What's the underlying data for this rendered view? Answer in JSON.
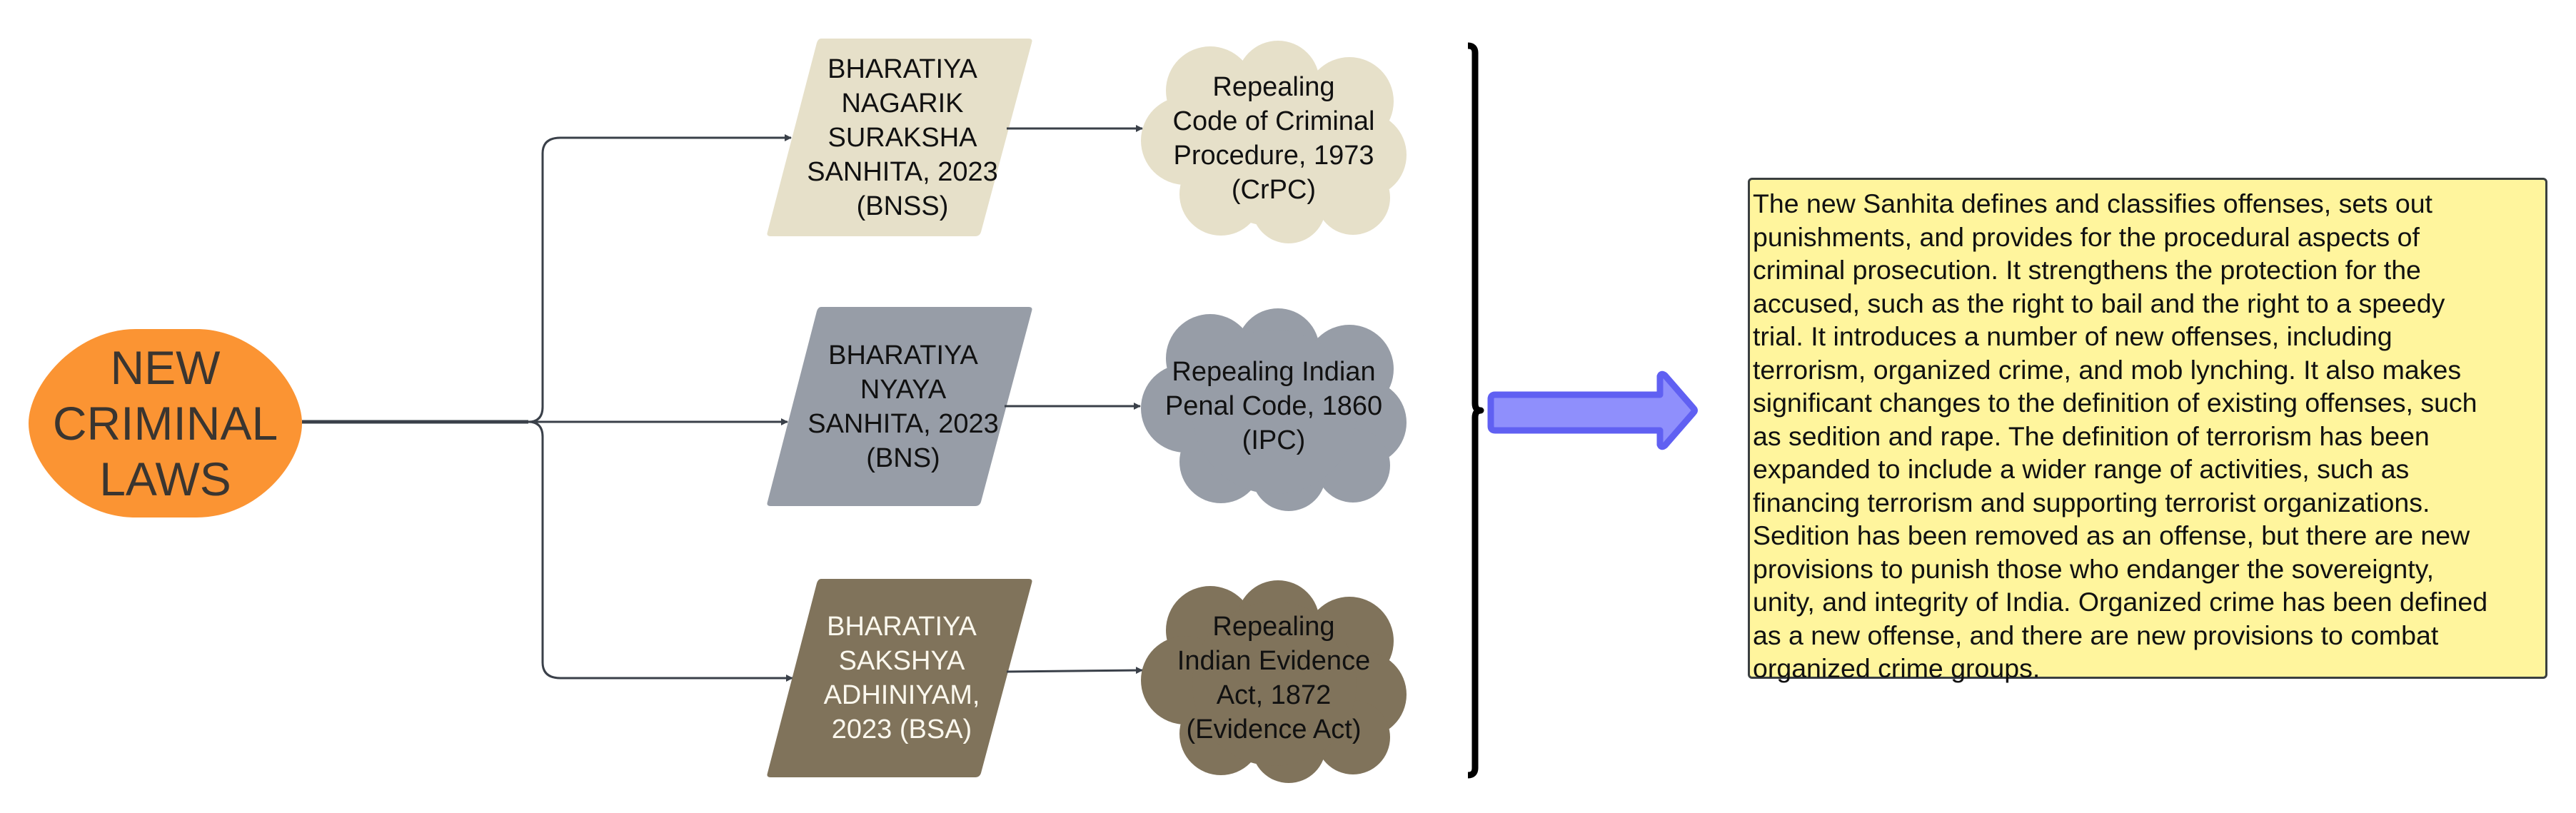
{
  "diagram": {
    "root": {
      "label": "NEW\nCRIMINAL\nLAWS",
      "fill": "#fb9433",
      "text_color": "#3a3530"
    },
    "branches": [
      {
        "law": {
          "label": "BHARATIYA\nNAGARIK\nSURAKSHA\nSANHITA, 2023\n(BNSS)",
          "abbreviation": "BNSS",
          "fill": "#e6e0c9",
          "text_color": "#111111"
        },
        "repeals": {
          "label": "Repealing\nCode of Criminal\nProcedure, 1973\n(CrPC)",
          "abbreviation": "CrPC",
          "fill": "#e6e0c9"
        }
      },
      {
        "law": {
          "label": "BHARATIYA\nNYAYA\nSANHITA, 2023\n(BNS)",
          "abbreviation": "BNS",
          "fill": "#979da7",
          "text_color": "#111111"
        },
        "repeals": {
          "label": "Repealing Indian\nPenal Code, 1860\n(IPC)",
          "abbreviation": "IPC",
          "fill": "#979da7"
        }
      },
      {
        "law": {
          "label": "BHARATIYA\nSAKSHYA\nADHINIYAM,\n2023 (BSA)",
          "abbreviation": "BSA",
          "fill": "#80735b",
          "text_color": "#fbf8ee"
        },
        "repeals": {
          "label": "Repealing\nIndian Evidence\nAct, 1872\n(Evidence Act)",
          "abbreviation": "Evidence Act",
          "fill": "#80735b"
        }
      }
    ],
    "connector_color": "#3a4049",
    "bracket_color": "#000000",
    "big_arrow": {
      "fill": "#8f8ffc",
      "stroke": "#6060f2"
    },
    "summary": {
      "fill": "#fff59d",
      "border": "#3a3f40",
      "lines": [
        "The new Sanhita defines and classifies offenses, sets out",
        "punishments, and provides for the procedural aspects of",
        "criminal prosecution. It strengthens the protection for the",
        "accused, such as the right to bail and the right to a speedy",
        "trial. It introduces a number of new offenses, including",
        "terrorism, organized crime, and mob lynching. It also makes",
        "significant changes to the definition of existing offenses, such",
        "as sedition and rape. The definition of terrorism has been",
        "expanded to include a wider range of activities, such as",
        "financing terrorism and supporting terrorist organizations.",
        "Sedition has been removed as an offense, but there are new",
        "provisions to punish those who endanger the sovereignty,",
        "unity, and integrity of India. Organized crime has been defined",
        "as a new offense, and there are new provisions to combat",
        "organized crime groups."
      ]
    }
  }
}
